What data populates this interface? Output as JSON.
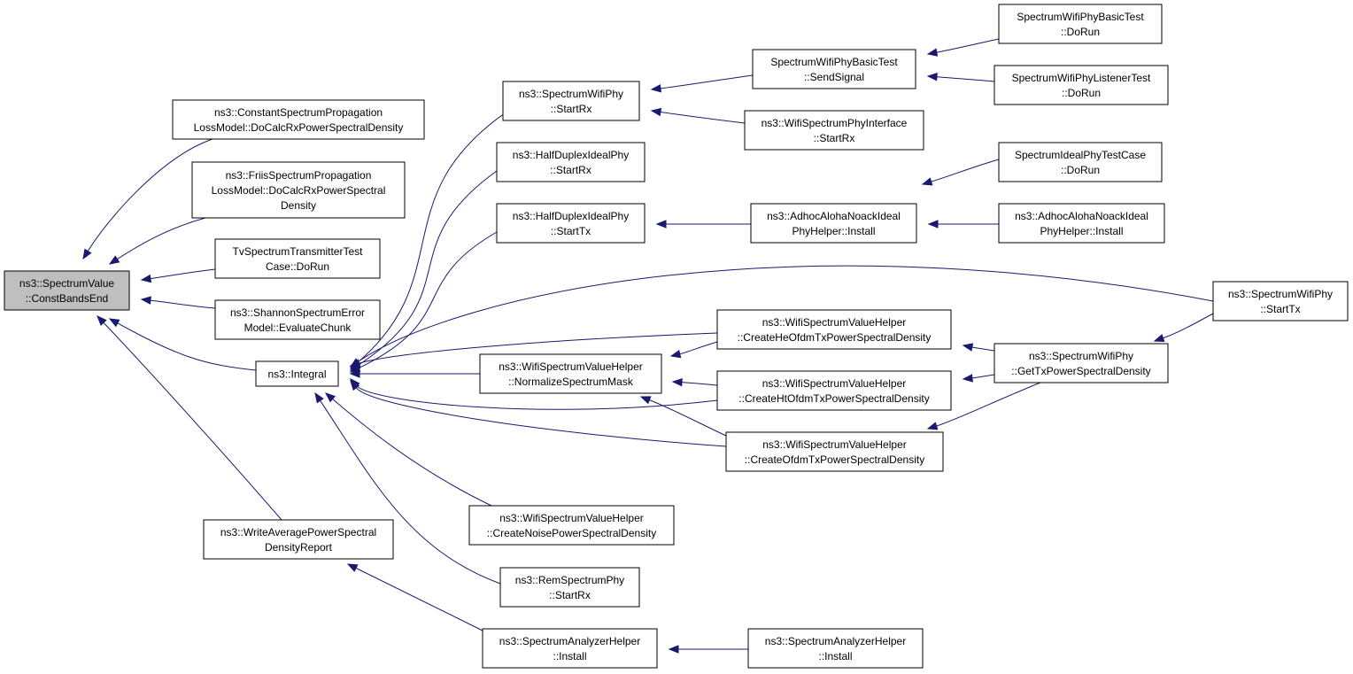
{
  "nodes": [
    {
      "id": "root",
      "lines": [
        "ns3::SpectrumValue",
        "::ConstBandsEnd"
      ],
      "root": true
    },
    {
      "id": "const_prop",
      "lines": [
        "ns3::ConstantSpectrumPropagation",
        "LossModel::DoCalcRxPowerSpectralDensity"
      ]
    },
    {
      "id": "friis",
      "lines": [
        "ns3::FriisSpectrumPropagation",
        "LossModel::DoCalcRxPowerSpectral",
        "Density"
      ]
    },
    {
      "id": "tvtx",
      "lines": [
        "TvSpectrumTransmitterTest",
        "Case::DoRun"
      ]
    },
    {
      "id": "shannon",
      "lines": [
        "ns3::ShannonSpectrumError",
        "Model::EvaluateChunk"
      ]
    },
    {
      "id": "integral",
      "lines": [
        "ns3::Integral"
      ]
    },
    {
      "id": "writeavg",
      "lines": [
        "ns3::WriteAveragePowerSpectral",
        "DensityReport"
      ]
    },
    {
      "id": "swp_startrx",
      "lines": [
        "ns3::SpectrumWifiPhy",
        "::StartRx"
      ]
    },
    {
      "id": "hd_startrx",
      "lines": [
        "ns3::HalfDuplexIdealPhy",
        "::StartRx"
      ]
    },
    {
      "id": "hd_starttx",
      "lines": [
        "ns3::HalfDuplexIdealPhy",
        "::StartTx"
      ]
    },
    {
      "id": "normmask",
      "lines": [
        "ns3::WifiSpectrumValueHelper",
        "::NormalizeSpectrumMask"
      ]
    },
    {
      "id": "noise",
      "lines": [
        "ns3::WifiSpectrumValueHelper",
        "::CreateNoisePowerSpectralDensity"
      ]
    },
    {
      "id": "rem",
      "lines": [
        "ns3::RemSpectrumPhy",
        "::StartRx"
      ]
    },
    {
      "id": "sah1",
      "lines": [
        "ns3::SpectrumAnalyzerHelper",
        "::Install"
      ]
    },
    {
      "id": "basic_send",
      "lines": [
        "SpectrumWifiPhyBasicTest",
        "::SendSignal"
      ]
    },
    {
      "id": "wspi",
      "lines": [
        "ns3::WifiSpectrumPhyInterface",
        "::StartRx"
      ]
    },
    {
      "id": "adhoc1",
      "lines": [
        "ns3::AdhocAlohaNoackIdeal",
        "PhyHelper::Install"
      ]
    },
    {
      "id": "he",
      "lines": [
        "ns3::WifiSpectrumValueHelper",
        "::CreateHeOfdmTxPowerSpectralDensity"
      ]
    },
    {
      "id": "ht",
      "lines": [
        "ns3::WifiSpectrumValueHelper",
        "::CreateHtOfdmTxPowerSpectralDensity"
      ]
    },
    {
      "id": "ofdm",
      "lines": [
        "ns3::WifiSpectrumValueHelper",
        "::CreateOfdmTxPowerSpectralDensity"
      ]
    },
    {
      "id": "sah2",
      "lines": [
        "ns3::SpectrumAnalyzerHelper",
        "::Install"
      ]
    },
    {
      "id": "basic_run",
      "lines": [
        "SpectrumWifiPhyBasicTest",
        "::DoRun"
      ]
    },
    {
      "id": "listener_run",
      "lines": [
        "SpectrumWifiPhyListenerTest",
        "::DoRun"
      ]
    },
    {
      "id": "ideal_run",
      "lines": [
        "SpectrumIdealPhyTestCase",
        "::DoRun"
      ]
    },
    {
      "id": "adhoc2",
      "lines": [
        "ns3::AdhocAlohaNoackIdeal",
        "PhyHelper::Install"
      ]
    },
    {
      "id": "gettx",
      "lines": [
        "ns3::SpectrumWifiPhy",
        "::GetTxPowerSpectralDensity"
      ]
    },
    {
      "id": "swp_starttx",
      "lines": [
        "ns3::SpectrumWifiPhy",
        "::StartTx"
      ]
    }
  ],
  "edges": [
    {
      "from": "const_prop",
      "to": "root"
    },
    {
      "from": "friis",
      "to": "root"
    },
    {
      "from": "tvtx",
      "to": "root"
    },
    {
      "from": "shannon",
      "to": "root"
    },
    {
      "from": "integral",
      "to": "root"
    },
    {
      "from": "writeavg",
      "to": "root"
    },
    {
      "from": "swp_startrx",
      "to": "integral"
    },
    {
      "from": "hd_startrx",
      "to": "integral"
    },
    {
      "from": "hd_starttx",
      "to": "integral"
    },
    {
      "from": "swp_starttx",
      "to": "integral"
    },
    {
      "from": "he",
      "to": "integral"
    },
    {
      "from": "normmask",
      "to": "integral"
    },
    {
      "from": "ht",
      "to": "integral"
    },
    {
      "from": "ofdm",
      "to": "integral"
    },
    {
      "from": "noise",
      "to": "integral"
    },
    {
      "from": "rem",
      "to": "integral"
    },
    {
      "from": "basic_send",
      "to": "swp_startrx"
    },
    {
      "from": "wspi",
      "to": "swp_startrx"
    },
    {
      "from": "adhoc1",
      "to": "hd_starttx"
    },
    {
      "from": "he",
      "to": "normmask"
    },
    {
      "from": "ht",
      "to": "normmask"
    },
    {
      "from": "ofdm",
      "to": "normmask"
    },
    {
      "from": "sah1",
      "to": "writeavg"
    },
    {
      "from": "sah2",
      "to": "sah1"
    },
    {
      "from": "basic_run",
      "to": "basic_send"
    },
    {
      "from": "listener_run",
      "to": "basic_send"
    },
    {
      "from": "ideal_run",
      "to": "adhoc1"
    },
    {
      "from": "adhoc2",
      "to": "adhoc1"
    },
    {
      "from": "gettx",
      "to": "he"
    },
    {
      "from": "gettx",
      "to": "ht"
    },
    {
      "from": "gettx",
      "to": "ofdm"
    },
    {
      "from": "swp_starttx",
      "to": "gettx"
    }
  ]
}
